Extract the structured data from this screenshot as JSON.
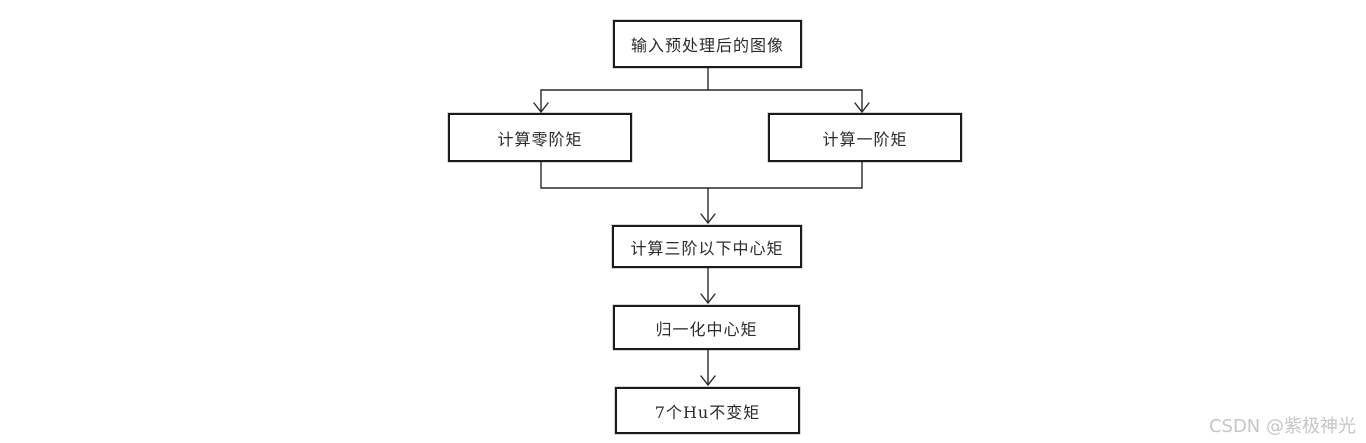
{
  "colors": {
    "background": "#ffffff",
    "line": "#2a2a2a",
    "box_border": "#1b1b1b",
    "text": "#2b2b2b",
    "watermark": "#c6c6c6"
  },
  "flowchart": {
    "nodes": [
      {
        "id": "input-image",
        "label": "输入预处理后的图像"
      },
      {
        "id": "zero-order-moment",
        "label": "计算零阶矩"
      },
      {
        "id": "first-order-moment",
        "label": "计算一阶矩"
      },
      {
        "id": "third-order-central-moment",
        "label": "计算三阶以下中心矩"
      },
      {
        "id": "normalized-central-moment",
        "label": "归一化中心矩"
      },
      {
        "id": "hu-invariant-moments",
        "label": "7个Hu不变矩"
      }
    ],
    "edges": [
      {
        "from": "input-image",
        "to": "zero-order-moment"
      },
      {
        "from": "input-image",
        "to": "first-order-moment"
      },
      {
        "from": "zero-order-moment",
        "to": "third-order-central-moment"
      },
      {
        "from": "first-order-moment",
        "to": "third-order-central-moment"
      },
      {
        "from": "third-order-central-moment",
        "to": "normalized-central-moment"
      },
      {
        "from": "normalized-central-moment",
        "to": "hu-invariant-moments"
      }
    ]
  },
  "watermark": {
    "text": "CSDN @紫极神光"
  }
}
